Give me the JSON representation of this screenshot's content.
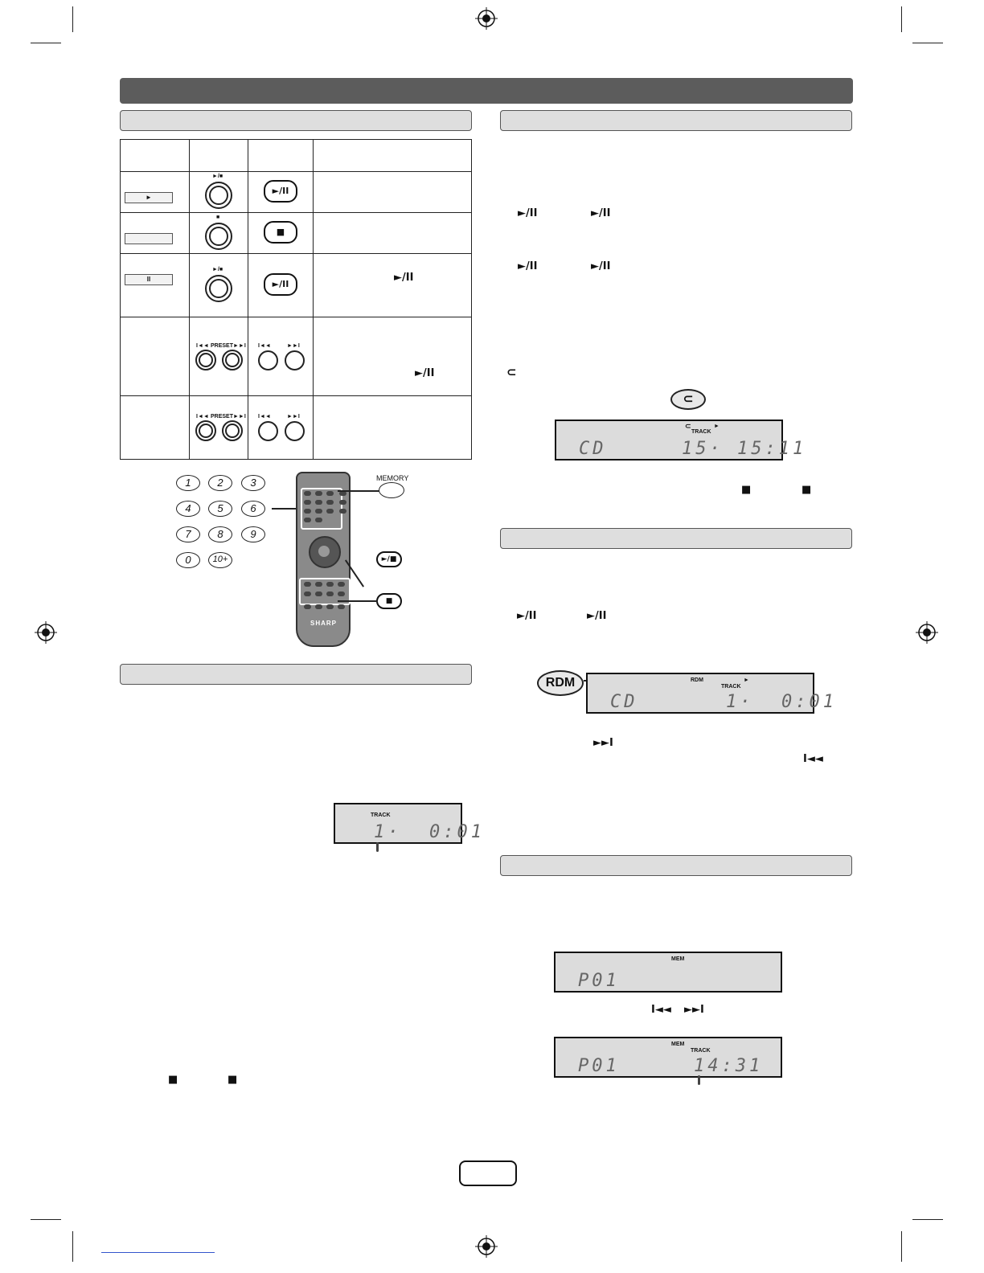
{
  "main_header": {
    "title": ""
  },
  "sections": {
    "basic_operation": {
      "title": ""
    },
    "direct_track_search": {
      "title": ""
    },
    "repeat_play": {
      "title": ""
    },
    "random_play": {
      "title": ""
    },
    "programmed_play": {
      "title": ""
    }
  },
  "symbols": {
    "play_pause": "►/II",
    "stop": "■",
    "skip_forward": "►►I",
    "skip_back": "I◄◄",
    "play": "►",
    "pause": "II",
    "repeat": "⊂",
    "main_play_stop": "►/■"
  },
  "unit_labels": {
    "preset": "PRESET",
    "memory": "MEMORY"
  },
  "number_keys": [
    "1",
    "2",
    "3",
    "4",
    "5",
    "6",
    "7",
    "8",
    "9",
    "0",
    "10+"
  ],
  "remote": {
    "brand": "SHARP"
  },
  "displays": {
    "repeat": {
      "track_label": "TRACK",
      "left": "CD",
      "right": "15· 15:11"
    },
    "direct": {
      "track_label": "TRACK",
      "right": "1·  0:01"
    },
    "random": {
      "indicator": "RDM",
      "rdm_small": "RDM",
      "track_label": "TRACK",
      "left": "CD",
      "right": "1·  0:01"
    },
    "program_1": {
      "mem_label": "MEM",
      "left": "P01"
    },
    "program_2": {
      "mem_label": "MEM",
      "track_label": "TRACK",
      "left": "P01",
      "right": "14:31"
    }
  },
  "colors": {
    "main_bar": "#5c5c5c",
    "section_bar": "#dedede",
    "lcd": "#dcdcdc"
  }
}
